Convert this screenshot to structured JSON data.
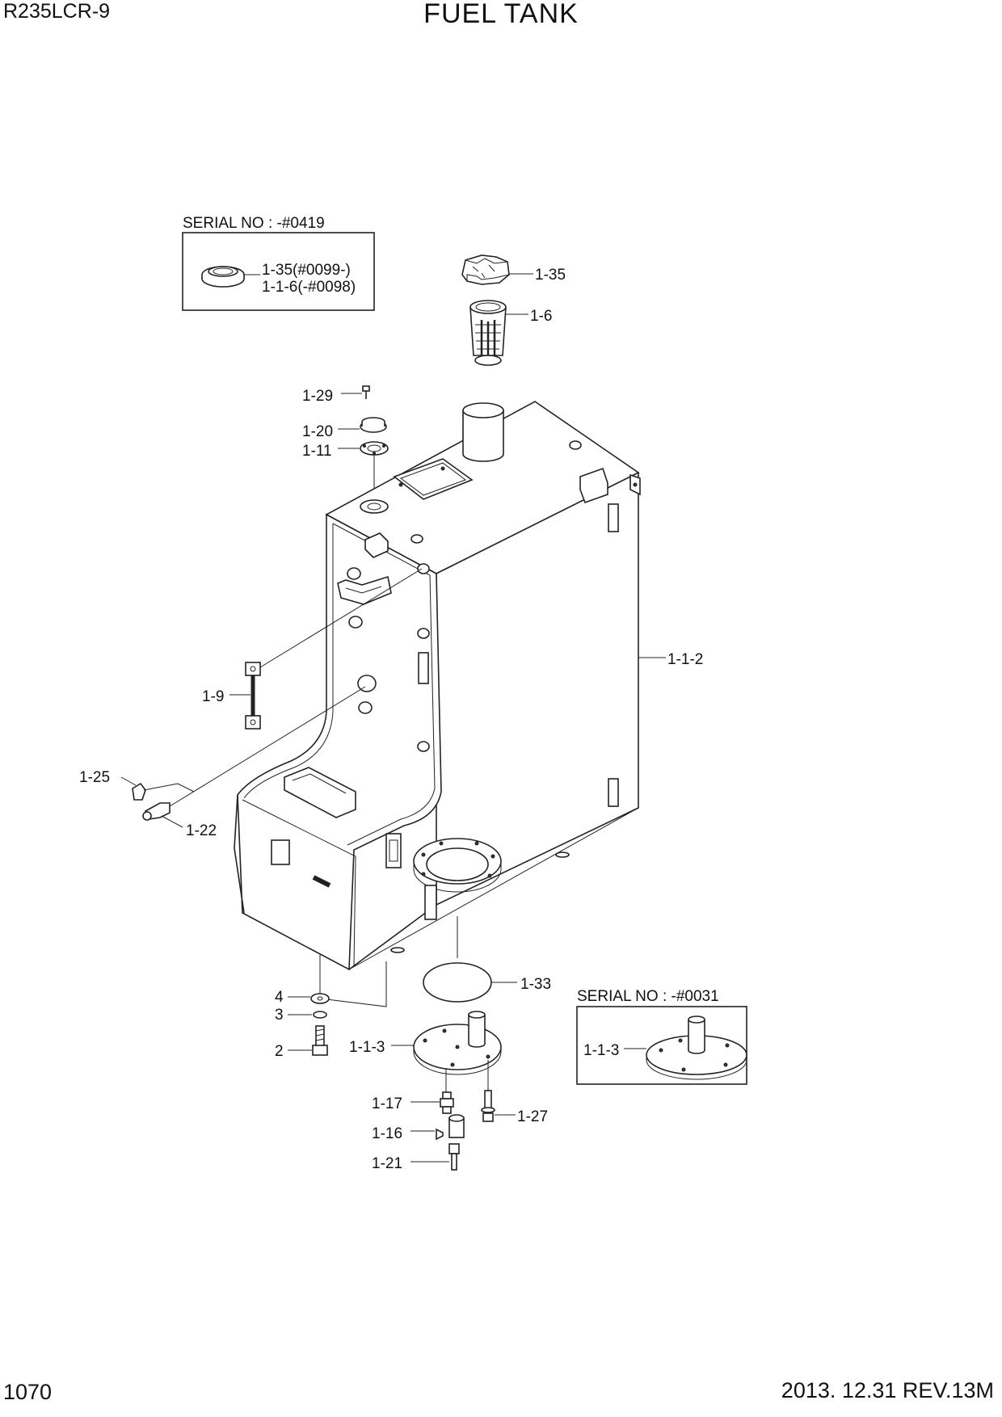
{
  "header": {
    "model": "R235LCR-9",
    "title": "FUEL TANK"
  },
  "footer": {
    "page_number": "1070",
    "revision": "2013. 12.31  REV.13M"
  },
  "insets": {
    "top_left": {
      "heading": "SERIAL NO : -#0419",
      "callout_line1": "1-35(#0099-)",
      "callout_line2": "1-1-6(-#0098)"
    },
    "bottom_right": {
      "heading": "SERIAL NO : -#0031",
      "callout": "1-1-3"
    }
  },
  "callouts": {
    "c_1_35": "1-35",
    "c_1_6": "1-6",
    "c_1_29": "1-29",
    "c_1_20": "1-20",
    "c_1_11": "1-11",
    "c_1_1_2": "1-1-2",
    "c_1_9": "1-9",
    "c_1_25": "1-25",
    "c_1_22": "1-22",
    "c_1_33": "1-33",
    "c_4": "4",
    "c_3": "3",
    "c_2": "2",
    "c_1_1_3": "1-1-3",
    "c_1_17": "1-17",
    "c_1_27": "1-27",
    "c_1_16": "1-16",
    "c_1_21": "1-21"
  }
}
